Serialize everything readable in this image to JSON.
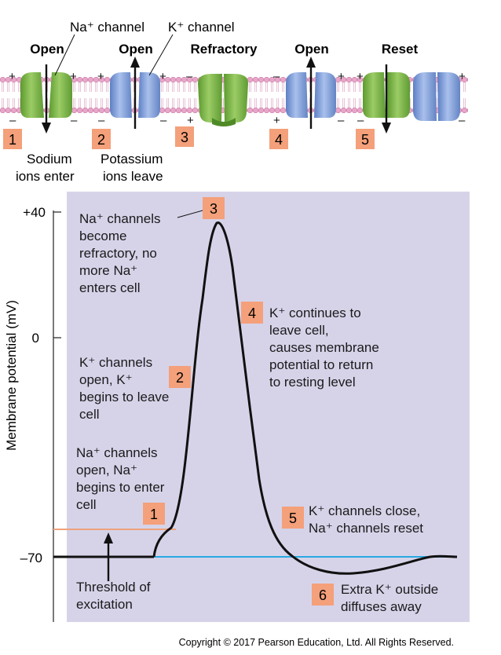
{
  "top_panel": {
    "callouts": {
      "na_channel": "Na⁺ channel",
      "k_channel": "K⁺ channel"
    },
    "stages": [
      {
        "number": "1",
        "state": "Open",
        "caption_lines": [
          "Sodium",
          "ions enter"
        ]
      },
      {
        "number": "2",
        "state": "Open",
        "caption_lines": [
          "Potassium",
          "ions leave"
        ]
      },
      {
        "number": "3",
        "state": "Refractory",
        "caption_lines": []
      },
      {
        "number": "4",
        "state": "Open",
        "caption_lines": []
      },
      {
        "number": "5",
        "state": "Reset",
        "caption_lines": []
      }
    ]
  },
  "graph": {
    "y_axis_label": "Membrane potential (mV)",
    "y_ticks": [
      "+40",
      "0",
      "–70"
    ],
    "annotations": {
      "a1": {
        "badge": "1",
        "lines": [
          "Na⁺ channels",
          "open, Na⁺",
          "begins to enter",
          "cell"
        ]
      },
      "a2": {
        "badge": "2",
        "lines": [
          "K⁺ channels",
          "open, K⁺",
          "begins to leave",
          "cell"
        ]
      },
      "a3": {
        "badge": "3",
        "lines": [
          "Na⁺ channels",
          "become",
          "refractory, no",
          "more Na⁺",
          "enters cell"
        ]
      },
      "a4": {
        "badge": "4",
        "lines": [
          "K⁺ continues to",
          "leave cell,",
          "causes membrane",
          "potential to return",
          "to resting level"
        ]
      },
      "a5": {
        "badge": "5",
        "lines": [
          "K⁺ channels close,",
          "Na⁺ channels reset"
        ]
      },
      "a6": {
        "badge": "6",
        "lines": [
          "Extra K⁺ outside",
          "diffuses away"
        ]
      }
    },
    "threshold_lines": [
      "Threshold of",
      "excitation"
    ]
  },
  "colors": {
    "graph_bg": "#d6d3e9",
    "badge": "#f4a07a",
    "threshold_line": "#f0a27c",
    "resting_line": "#2aa8e0",
    "na_channel": "#7cb445",
    "k_channel": "#7d9fd8",
    "membrane": "#e4a7c8"
  },
  "copyright": "Copyright © 2017 Pearson Education, Ltd. All Rights Reserved."
}
